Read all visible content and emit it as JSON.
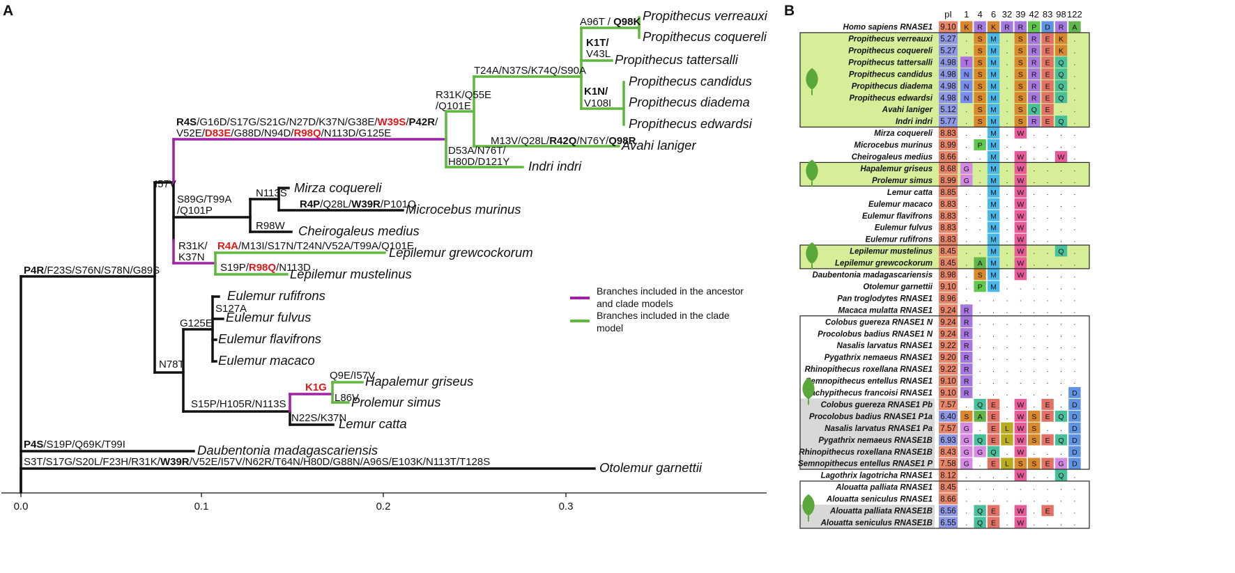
{
  "panel_a": {
    "letter": "A",
    "axis": {
      "ticks": [
        "0.0",
        "0.1",
        "0.2",
        "0.3"
      ]
    },
    "legend": {
      "purple_label_1": "Branches included in the ancestor",
      "purple_label_2": "and clade models",
      "green_label_1": "Branches included in the clade",
      "green_label_2": "model",
      "purple_color": "#a020a8",
      "green_color": "#5db83b"
    },
    "tips": {
      "p_verreauxi": "Propithecus verreauxi",
      "p_coquereli": "Propithecus coquereli",
      "p_tattersalli": "Propithecus tattersalli",
      "p_candidus": "Propithecus candidus",
      "p_diadema": "Propithecus diadema",
      "p_edwardsi": "Propithecus edwardsi",
      "avahi": "Avahi laniger",
      "indri": "Indri indri",
      "mirza": "Mirza coquereli",
      "microcebus": "Microcebus murinus",
      "cheirogaleus": "Cheirogaleus medius",
      "lep_grew": "Lepilemur grewcockorum",
      "lep_must": "Lepilemur mustelinus",
      "eul_ruf": "Eulemur rufifrons",
      "eul_fulv": "Eulemur fulvus",
      "eul_flav": "Eulemur flavifrons",
      "eul_mac": "Eulemur macaco",
      "hapalemur": "Hapalemur griseus",
      "prolemur": "Prolemur simus",
      "lemur": "Lemur catta",
      "daub": "Daubentonia madagascariensis",
      "otolemur": "Otolemur garnettii"
    },
    "labels": {
      "root_b": "P4R",
      "root_r": "/F23S/S76N/S78N/G89S",
      "daub_b": "P4S",
      "daub_r": "/S19P/Q69K/T99I",
      "oto_1": "S3T/S17G/S20L/F23H/R31K/",
      "oto_b": "W39R",
      "oto_2": "/V52E/I57V/N62R/T64N/H80D/G88N/A96S/E103K/N113T/T128S",
      "i57v": "I57V",
      "n78t": "N78T",
      "g125e": "G125E",
      "s127a": "S127A",
      "s15p": "S15P/H105R/N113S",
      "k1g": "K1G",
      "q9e": "Q9E/I57V",
      "l86v": "L86V",
      "n22s": "N22S/K37N",
      "s89g_1": "S89G/T99A",
      "s89g_2": "/Q101P",
      "n113s": "N113S",
      "r4p_b": "R4P",
      "r4p_1": "/Q28L/",
      "r4p_b2": "W39R",
      "r4p_2": "/P101Q",
      "r98w": "R98W",
      "r31k_1": "R31K/",
      "r31k_2": "K37N",
      "r4a": "R4A",
      "r4a_rest": "/M13I/S17N/T24N/V52A/T99A/Q101E",
      "s19p": "S19P/",
      "s19p_red": "R98Q",
      "s19p_rest": "/N113D",
      "ind1_b": "R4S",
      "ind1_a": "/G16D/S17G/S21G/N27D/K37N/G38E/",
      "ind1_red": "W39S",
      "ind1_sl": "/",
      "ind1_b2": "P42R",
      "ind1_end": "/",
      "ind2_a": "V52E/",
      "ind2_red": "D83E",
      "ind2_b": "/G88D/N94D/",
      "ind2_red2": "R98Q",
      "ind2_c": "/N113D/G125E",
      "ind_r31k_1": "R31K/Q55E",
      "ind_r31k_2": "/Q101E",
      "t24a": "T24A/N37S/K74Q/S90A",
      "a96t": "A96T / ",
      "q98k": "Q98K",
      "k1t": "K1T/",
      "v43l": "V43L",
      "k1n": "K1N/",
      "v108i": "V108I",
      "m13v_1": "M13V/Q28L/",
      "m13v_b": "R42Q",
      "m13v_2": "/N76Y/",
      "m13v_b2": "Q98R",
      "d53a_1": "D53A/N76T/",
      "d53a_2": "H80D/D121Y"
    }
  },
  "panel_b": {
    "letter": "B",
    "header_pi": "pI",
    "positions": [
      "1",
      "4",
      "6",
      "32",
      "39",
      "42",
      "83",
      "98",
      "122"
    ],
    "human": {
      "name": "Homo sapiens RNASE1",
      "pi": "9.10",
      "cells": [
        "K",
        "R",
        "K",
        "R",
        "R",
        "P",
        "D",
        "R",
        "A"
      ]
    },
    "rows": [
      {
        "name": "Propithecus verreauxi",
        "pi": "5.27",
        "cells": [
          ".",
          "S",
          "M",
          ".",
          "S",
          "R",
          "E",
          "K",
          "."
        ]
      },
      {
        "name": "Propithecus coquereli",
        "pi": "5.27",
        "cells": [
          ".",
          "S",
          "M",
          ".",
          "S",
          "R",
          "E",
          "K",
          "."
        ]
      },
      {
        "name": "Propithecus tattersalli",
        "pi": "4.98",
        "cells": [
          "T",
          "S",
          "M",
          ".",
          "S",
          "R",
          "E",
          "Q",
          "."
        ]
      },
      {
        "name": "Propithecus candidus",
        "pi": "4.98",
        "cells": [
          "N",
          "S",
          "M",
          ".",
          "S",
          "R",
          "E",
          "Q",
          "."
        ]
      },
      {
        "name": "Propithecus diadema",
        "pi": "4.98",
        "cells": [
          "N",
          "S",
          "M",
          ".",
          "S",
          "R",
          "E",
          "Q",
          "."
        ]
      },
      {
        "name": "Propithecus edwardsi",
        "pi": "4.98",
        "cells": [
          "N",
          "S",
          "M",
          ".",
          "S",
          "R",
          "E",
          "Q",
          "."
        ]
      },
      {
        "name": "Avahi laniger",
        "pi": "5.12",
        "cells": [
          ".",
          "S",
          "M",
          ".",
          "S",
          "Q",
          "E",
          ".",
          "."
        ]
      },
      {
        "name": "Indri indri",
        "pi": "5.77",
        "cells": [
          ".",
          "S",
          "M",
          ".",
          "S",
          "R",
          "E",
          "Q",
          "."
        ]
      },
      {
        "name": "Mirza coquereli",
        "pi": "8.83",
        "cells": [
          ".",
          ".",
          "M",
          ".",
          "W",
          ".",
          ".",
          ".",
          "."
        ]
      },
      {
        "name": "Microcebus murinus",
        "pi": "8.99",
        "cells": [
          ".",
          "P",
          "M",
          ".",
          ".",
          ".",
          ".",
          ".",
          "."
        ]
      },
      {
        "name": "Cheirogaleus medius",
        "pi": "8.66",
        "cells": [
          ".",
          ".",
          "M",
          ".",
          "W",
          ".",
          ".",
          "W",
          "."
        ]
      },
      {
        "name": "Hapalemur griseus",
        "pi": "8.68",
        "cells": [
          "G",
          ".",
          "M",
          ".",
          "W",
          ".",
          ".",
          ".",
          "."
        ]
      },
      {
        "name": "Prolemur simus",
        "pi": "8.99",
        "cells": [
          "G",
          ".",
          "M",
          ".",
          "W",
          ".",
          ".",
          ".",
          "."
        ]
      },
      {
        "name": "Lemur catta",
        "pi": "8.85",
        "cells": [
          ".",
          ".",
          "M",
          ".",
          "W",
          ".",
          ".",
          ".",
          "."
        ]
      },
      {
        "name": "Eulemur macaco",
        "pi": "8.83",
        "cells": [
          ".",
          ".",
          "M",
          ".",
          "W",
          ".",
          ".",
          ".",
          "."
        ]
      },
      {
        "name": "Eulemur flavifrons",
        "pi": "8.83",
        "cells": [
          ".",
          ".",
          "M",
          ".",
          "W",
          ".",
          ".",
          ".",
          "."
        ]
      },
      {
        "name": "Eulemur fulvus",
        "pi": "8.83",
        "cells": [
          ".",
          ".",
          "M",
          ".",
          "W",
          ".",
          ".",
          ".",
          "."
        ]
      },
      {
        "name": "Eulemur rufifrons",
        "pi": "8.83",
        "cells": [
          ".",
          ".",
          "M",
          ".",
          "W",
          ".",
          ".",
          ".",
          "."
        ]
      },
      {
        "name": "Lepilemur mustelinus",
        "pi": "8.45",
        "cells": [
          ".",
          ".",
          "M",
          ".",
          "W",
          ".",
          ".",
          "Q",
          "."
        ]
      },
      {
        "name": "Lepilemur grewcockorum",
        "pi": "8.45",
        "cells": [
          ".",
          "A",
          "M",
          ".",
          "W",
          ".",
          ".",
          ".",
          "."
        ]
      },
      {
        "name": "Daubentonia madagascariensis",
        "pi": "8.98",
        "cells": [
          ".",
          "S",
          "M",
          ".",
          "W",
          ".",
          ".",
          ".",
          "."
        ]
      },
      {
        "name": "Otolemur garnettii",
        "pi": "9.10",
        "cells": [
          ".",
          "P",
          "M",
          ".",
          ".",
          ".",
          ".",
          ".",
          "."
        ]
      },
      {
        "name": "Pan troglodytes RNASE1",
        "pi": "8.96",
        "cells": [
          ".",
          ".",
          ".",
          ".",
          ".",
          ".",
          ".",
          ".",
          "."
        ]
      },
      {
        "name": "Macaca mulatta RNASE1",
        "pi": "9.24",
        "cells": [
          "R",
          ".",
          ".",
          ".",
          ".",
          ".",
          ".",
          ".",
          "."
        ]
      },
      {
        "name": "Colobus guereza RNASE1 N",
        "pi": "9.24",
        "cells": [
          "R",
          ".",
          ".",
          ".",
          ".",
          ".",
          ".",
          ".",
          "."
        ]
      },
      {
        "name": "Procolobus badius RNASE1 N",
        "pi": "9.24",
        "cells": [
          "R",
          ".",
          ".",
          ".",
          ".",
          ".",
          ".",
          ".",
          "."
        ]
      },
      {
        "name": "Nasalis larvatus RNASE1",
        "pi": "9.22",
        "cells": [
          "R",
          ".",
          ".",
          ".",
          ".",
          ".",
          ".",
          ".",
          "."
        ]
      },
      {
        "name": "Pygathrix nemaeus RNASE1",
        "pi": "9.20",
        "cells": [
          "R",
          ".",
          ".",
          ".",
          ".",
          ".",
          ".",
          ".",
          "."
        ]
      },
      {
        "name": "Rhinopithecus roxellana RNASE1",
        "pi": "9.22",
        "cells": [
          "R",
          ".",
          ".",
          ".",
          ".",
          ".",
          ".",
          ".",
          "."
        ]
      },
      {
        "name": "Semnopithecus entellus RNASE1",
        "pi": "9.10",
        "cells": [
          "R",
          ".",
          ".",
          ".",
          ".",
          ".",
          ".",
          ".",
          "."
        ]
      },
      {
        "name": "Trachypithecus francoisi RNASE1",
        "pi": "9.10",
        "cells": [
          "R",
          ".",
          ".",
          ".",
          ".",
          ".",
          ".",
          ".",
          "D"
        ]
      },
      {
        "name": "Colobus guereza RNASE1 Pb",
        "pi": "7.57",
        "cells": [
          ".",
          "Q",
          "E",
          ".",
          "W",
          ".",
          "E",
          ".",
          "D"
        ]
      },
      {
        "name": "Procolobus badius RNASE1 P1a",
        "pi": "6.40",
        "cells": [
          "S",
          "A",
          "E",
          ".",
          "W",
          "S",
          "E",
          "Q",
          "D"
        ]
      },
      {
        "name": "Nasalis larvatus RNASE1 Pa",
        "pi": "7.57",
        "cells": [
          "G",
          ".",
          "E",
          "L",
          "W",
          "S",
          ".",
          ".",
          "D"
        ]
      },
      {
        "name": "Pygathrix nemaeus RNASE1B",
        "pi": "6.93",
        "cells": [
          "G",
          "Q",
          "E",
          "L",
          "W",
          "S",
          "E",
          "Q",
          "D"
        ]
      },
      {
        "name": "Rhinopithecus roxellana RNASE1B",
        "pi": "8.43",
        "cells": [
          "G",
          "G",
          "Q",
          ".",
          "W",
          ".",
          ".",
          ".",
          "D"
        ]
      },
      {
        "name": "Semnopithecus entellus RNASE1 P",
        "pi": "7.58",
        "cells": [
          "G",
          ".",
          "E",
          "L",
          "S",
          "S",
          "E",
          "G",
          "D"
        ]
      },
      {
        "name": "Lagothrix lagotricha RNASE1",
        "pi": "8.12",
        "cells": [
          ".",
          ".",
          ".",
          ".",
          "W",
          ".",
          ".",
          "Q",
          "."
        ]
      },
      {
        "name": "Alouatta palliata RNASE1",
        "pi": "8.45",
        "cells": [
          ".",
          ".",
          ".",
          ".",
          ".",
          ".",
          ".",
          ".",
          "."
        ]
      },
      {
        "name": "Alouatta seniculus RNASE1",
        "pi": "8.66",
        "cells": [
          ".",
          ".",
          ".",
          ".",
          ".",
          ".",
          ".",
          ".",
          "."
        ]
      },
      {
        "name": "Alouatta palliata RNASE1B",
        "pi": "6.56",
        "cells": [
          ".",
          "Q",
          "E",
          ".",
          "W",
          ".",
          "E",
          ".",
          "."
        ]
      },
      {
        "name": "Alouatta seniculus RNASE1B",
        "pi": "6.55",
        "cells": [
          ".",
          "Q",
          "E",
          ".",
          "W",
          ".",
          ".",
          ".",
          "."
        ]
      }
    ],
    "colors": {
      "A": "#62b54a",
      "R": "#a779e0",
      "N": "#7b8cf0",
      "D": "#5e92e3",
      "Q": "#49c09c",
      "E": "#e37266",
      "G": "#d68ae3",
      "K": "#d8862f",
      "M": "#48b8ea",
      "P": "#5fc84a",
      "S": "#d9882c",
      "T": "#b072e3",
      "W": "#e85a9a",
      "L": "#b8ac1c",
      "pi_high": "#e8866a",
      "pi_low": "#8f98e3",
      "green_box": "#d5ee97",
      "grey_box": "#d8d8d8"
    }
  }
}
